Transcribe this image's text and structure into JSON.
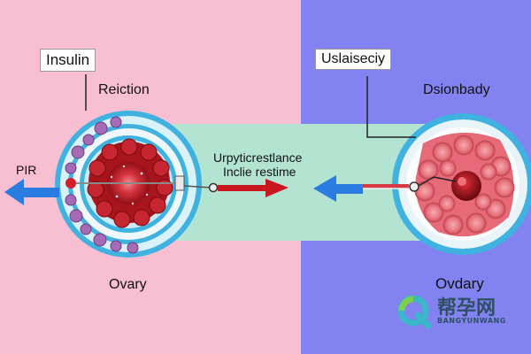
{
  "colors": {
    "left_bg": "#f8bfd2",
    "right_bg": "#8282f0",
    "band": "#b3e4d2",
    "ring": "#3fb2e0",
    "cell_dark": "#b01a22",
    "arrow_blue": "#2a7ce0",
    "arrow_red": "#c8171f"
  },
  "labels": {
    "insulin": "Insulin",
    "reaction": "Reiction",
    "pir": "PIR",
    "ovary_left": "Ovary",
    "insulin_sensitivity": "Uslaiseciy",
    "body": "Dsionbady",
    "ovary_right": "Ovdary",
    "center_line1": "Urpyticrestlance",
    "center_line2": "Inclie restime"
  },
  "watermark": {
    "icon": "q-logo-icon",
    "title": "帮孕网",
    "subtitle": "BANGYUNWANG"
  }
}
